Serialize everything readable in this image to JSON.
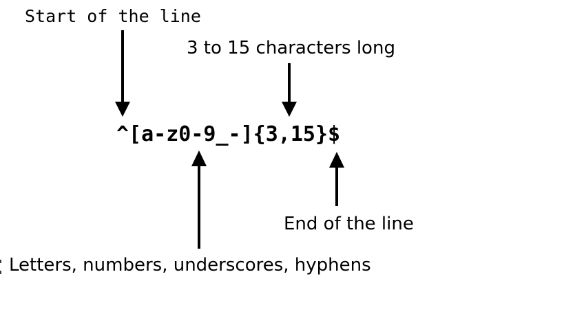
{
  "page": {
    "background_color": "#ffffff",
    "text_color": "#000000",
    "arrow_color": "#000000"
  },
  "regex_diagram": {
    "pattern": "^[a-z0-9_-]{3,15}$",
    "labels": {
      "start_anchor": "Start of the line",
      "quantifier": "3 to 15 characters long",
      "end_anchor": "End of the line",
      "character_class": "Letters, numbers, underscores, hyphens"
    }
  }
}
